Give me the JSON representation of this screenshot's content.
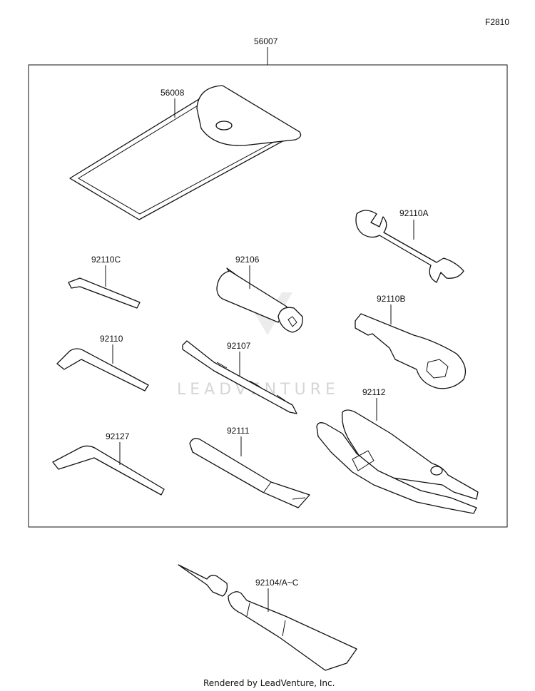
{
  "figure_code": "F2810",
  "callouts": {
    "kit": "56007",
    "pouch": "56008",
    "wrench_a": "92110A",
    "hex_c": "92110C",
    "screwdriver_handle": "92106",
    "ring_wrench_b": "92110B",
    "hex": "92110",
    "screwdriver_bit": "92107",
    "pliers": "92112",
    "hex_large": "92127",
    "extension": "92111",
    "grease": "92104/A~C"
  },
  "watermark": "LEADVENTURE",
  "footer": "Rendered by LeadVenture, Inc."
}
